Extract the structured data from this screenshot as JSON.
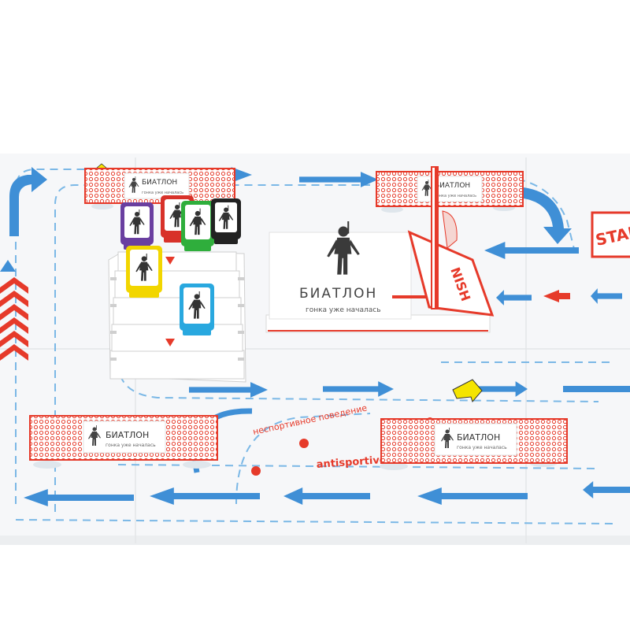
{
  "colors": {
    "track_blue": "#3f8fd6",
    "dash_blue": "#7bb8e6",
    "accent_red": "#e63a2a",
    "board": "#f6f7f9",
    "shadow": "#e9eaec",
    "purple": "#6a3fa0",
    "red": "#d8322a",
    "green": "#2fae3c",
    "black": "#222222",
    "yellow": "#f2d600",
    "cyan": "#29a8df",
    "arrow_yellow": "#f5e400"
  },
  "sign": {
    "title": "БИАТЛОН",
    "subtitle": "гонка уже началась"
  },
  "banners": [
    {
      "title": "БИАТЛОН",
      "subtitle": "гонка уже началась"
    },
    {
      "title": "БИАТЛОН",
      "subtitle": "гонка уже началась"
    },
    {
      "title": "БИАТЛОН",
      "subtitle": "гонка уже началась"
    }
  ],
  "finish_label": "NISH",
  "start_label": "STAR",
  "track_text": {
    "penalty_ru": "неспортивное поведение",
    "penalty_en": "antisportive"
  },
  "pieces": [
    {
      "color": "purple"
    },
    {
      "color": "red"
    },
    {
      "color": "green"
    },
    {
      "color": "black"
    },
    {
      "color": "yellow"
    },
    {
      "color": "cyan"
    }
  ]
}
